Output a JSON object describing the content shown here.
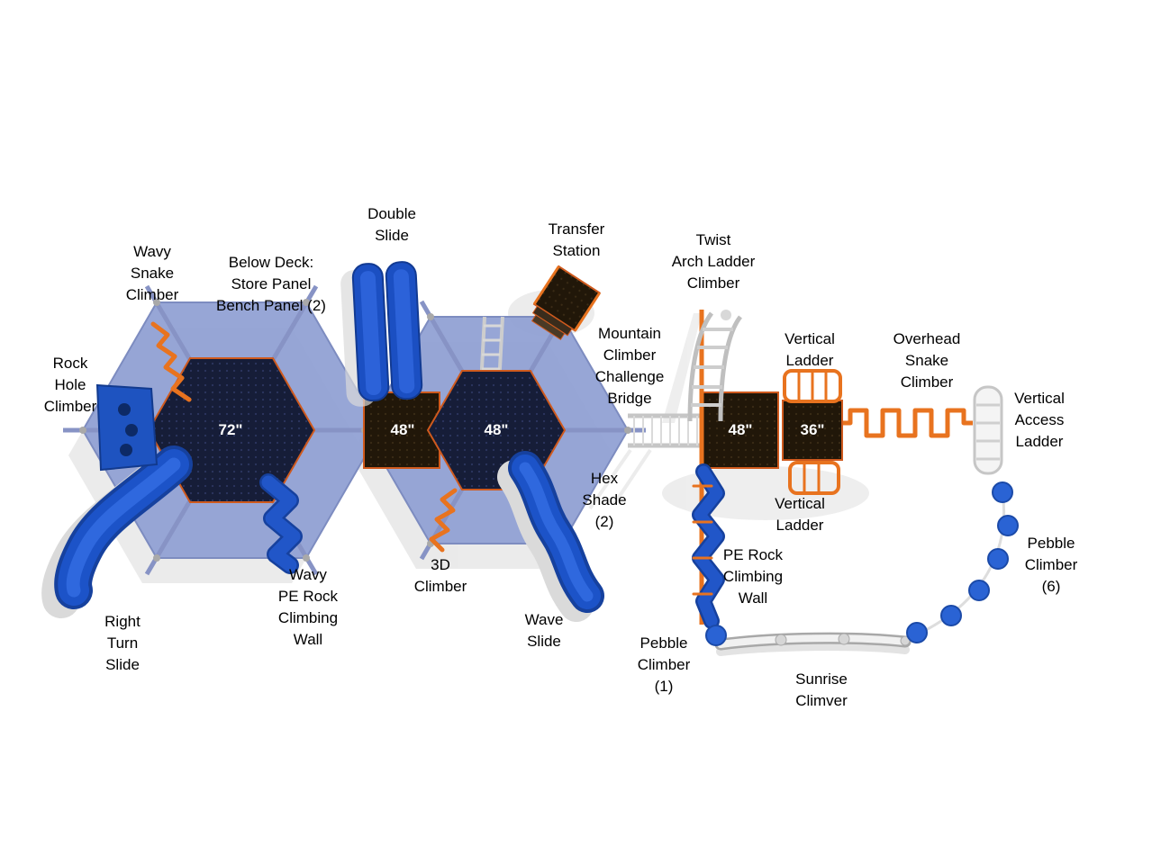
{
  "diagram": {
    "type": "playground-equipment-top-view",
    "colors": {
      "canopy_blue": "#8e9ed2",
      "deck_navy": "#161d38",
      "deck_brown": "#211709",
      "slide_blue": "#1c53c8",
      "climber_orange": "#e8731f",
      "pebble_blue": "#2a63d4",
      "accent_rim": "#cf5a1e"
    }
  },
  "labels": {
    "double_slide": "Double\nSlide",
    "transfer_station": "Transfer\nStation",
    "twist_arch_ladder_climber": "Twist\nArch Ladder\nClimber",
    "wavy_snake_climber": "Wavy\nSnake\nClimber",
    "below_deck": "Below Deck:\nStore Panel\nBench Panel (2)",
    "mountain_climber_challenge_bridge": "Mountain\nClimber\nChallenge\nBridge",
    "vertical_ladder_top": "Vertical\nLadder",
    "overhead_snake_climber": "Overhead\nSnake\nClimber",
    "rock_hole_climber": "Rock\nHole\nClimber",
    "vertical_access_ladder": "Vertical\nAccess\nLadder",
    "hex_shade": "Hex\nShade\n(2)",
    "vertical_ladder_bottom": "Vertical\nLadder",
    "pebble_climber_6": "Pebble\nClimber\n(6)",
    "pe_rock_climbing_wall": "PE Rock\nClimbing\nWall",
    "threed_climber": "3D\nClimber",
    "wavy_pe_rock_climbing_wall": "Wavy\nPE Rock\nClimbing\nWall",
    "wave_slide": "Wave\nSlide",
    "right_turn_slide": "Right\nTurn\nSlide",
    "pebble_climber_1": "Pebble\nClimber\n(1)",
    "sunrise_climber": "Sunrise\nClimver"
  },
  "deck_sizes": {
    "deck_72": "72\"",
    "deck_48_mid": "48\"",
    "deck_48_hex": "48\"",
    "deck_48_right": "48\"",
    "deck_36": "36\""
  }
}
